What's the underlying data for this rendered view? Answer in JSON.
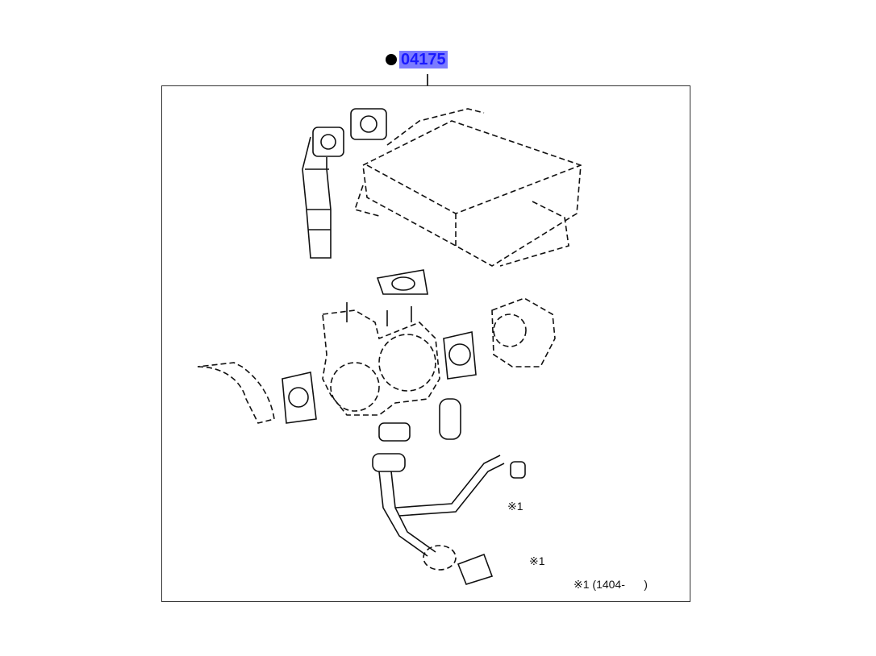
{
  "header": {
    "part_code": "04175"
  },
  "annotations": {
    "ref_mark_1": "※1",
    "ref_mark_2": "※1",
    "footnote": "※1 (1404-      )"
  }
}
